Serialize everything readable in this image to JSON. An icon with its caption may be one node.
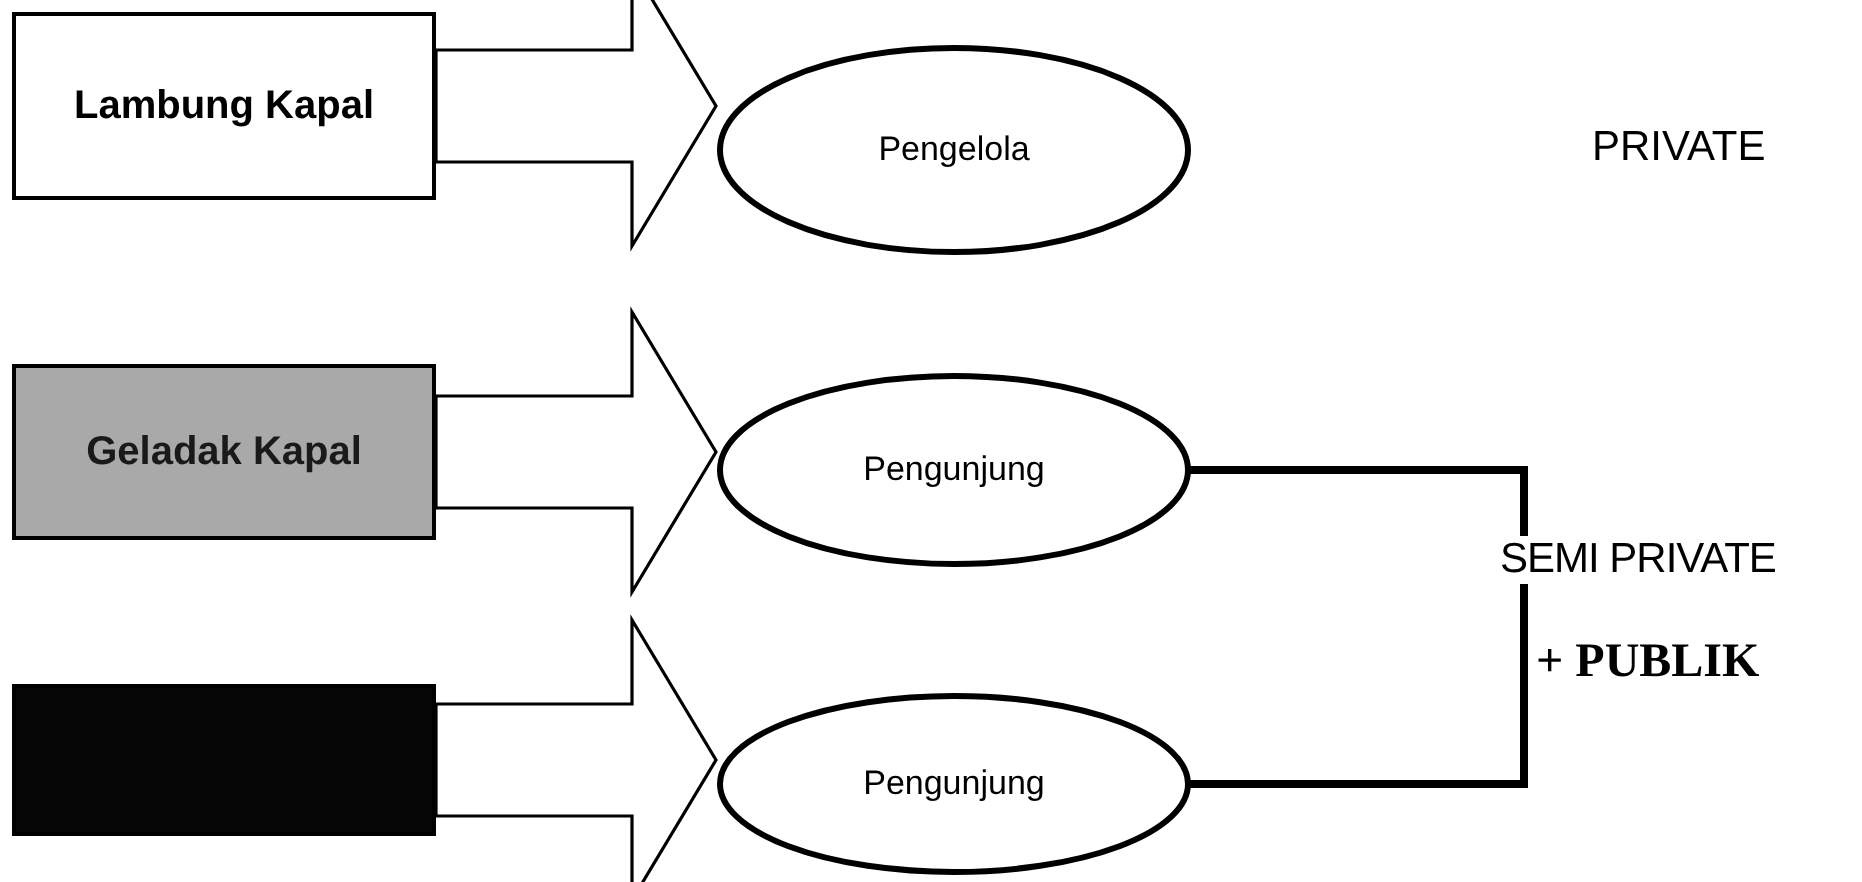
{
  "diagram": {
    "nodes": [
      {
        "text": [
          "Lambung Kapal"
        ]
      },
      {
        "text": [
          "Pengelola"
        ]
      },
      {
        "text": [
          "Geladak Kapal"
        ]
      },
      {
        "text": [
          "Pengunjung"
        ]
      },
      {
        "text": [],
        "shape": "box"
      },
      {
        "text": [
          "Pengunjung"
        ]
      }
    ],
    "edges": [
      {
        "from": 0,
        "to": 1,
        "arrow": "to"
      },
      {
        "from": 2,
        "to": 3,
        "arrow": "to"
      },
      {
        "from": 4,
        "to": 5,
        "arrow": "to"
      },
      {
        "from": 3,
        "to": 5,
        "arrow": "none"
      }
    ],
    "labels": [
      "PRIVATE",
      "SEMI PRIVATE",
      "+ PUBLIK"
    ]
  }
}
